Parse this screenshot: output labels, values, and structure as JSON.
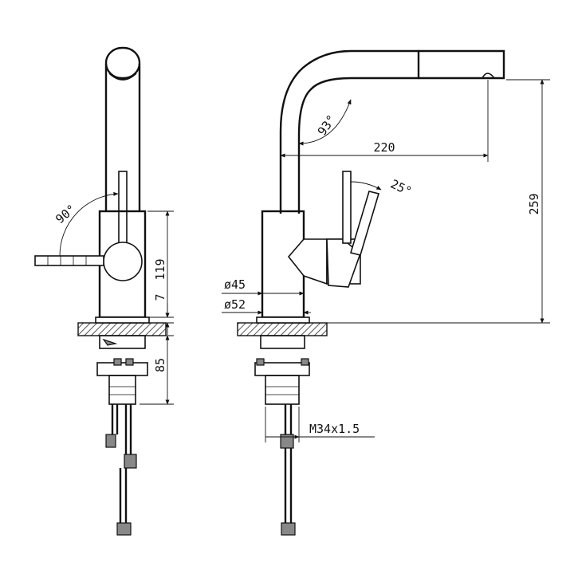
{
  "figure": {
    "dimensions": {
      "angle_left": "90°",
      "height_119": "119",
      "gap_7": "7",
      "base_85": "85",
      "angle_spout": "93°",
      "reach_220": "220",
      "angle_lever": "25°",
      "height_259": "259",
      "dia_45": "ø45",
      "dia_52": "ø52",
      "thread": "M34x1.5"
    }
  }
}
